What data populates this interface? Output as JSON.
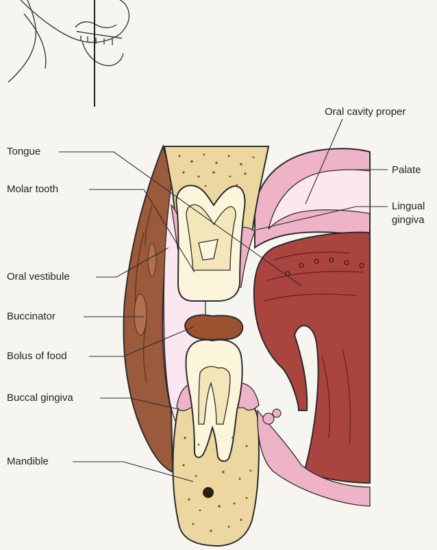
{
  "diagram": {
    "labels": {
      "oral_cavity_proper": "Oral cavity proper",
      "palate": "Palate",
      "lingual_gingiva_line1": "Lingual",
      "lingual_gingiva_line2": "gingiva",
      "tongue": "Tongue",
      "molar_tooth": "Molar tooth",
      "oral_vestibule": "Oral vestibule",
      "buccinator": "Buccinator",
      "bolus_of_food": "Bolus of food",
      "buccal_gingiva": "Buccal gingiva",
      "mandible": "Mandible"
    },
    "colors": {
      "bone": "#ecd7a0",
      "bone_dots": "#6b5836",
      "enamel": "#fbf5dc",
      "pulp": "#f3e6b8",
      "gingiva": "#eeb3c7",
      "mucosa_light": "#fbe7ef",
      "tongue": "#a9443e",
      "tongue_dark": "#7e2c2a",
      "muscle": "#9b5a3c",
      "bolus": "#9a5230",
      "outline": "#2b2b2b"
    }
  }
}
